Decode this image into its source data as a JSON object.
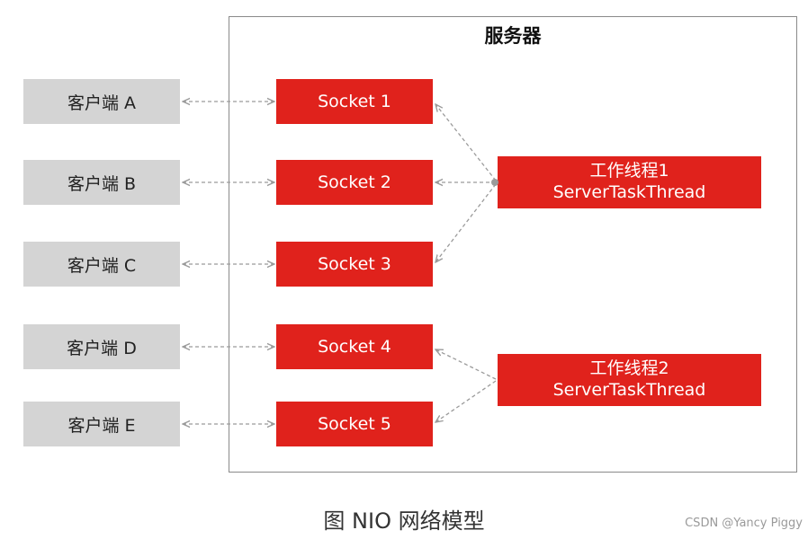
{
  "server": {
    "title": "服务器"
  },
  "clients": [
    {
      "label": "客户端 A"
    },
    {
      "label": "客户端 B"
    },
    {
      "label": "客户端 C"
    },
    {
      "label": "客户端 D"
    },
    {
      "label": "客户端 E"
    }
  ],
  "sockets": [
    {
      "label": "Socket 1"
    },
    {
      "label": "Socket 2"
    },
    {
      "label": "Socket 3"
    },
    {
      "label": "Socket 4"
    },
    {
      "label": "Socket 5"
    }
  ],
  "threads": [
    {
      "name": "工作线程1",
      "class_name": "ServerTaskThread"
    },
    {
      "name": "工作线程2",
      "class_name": "ServerTaskThread"
    }
  ],
  "caption": "图 NIO 网络模型",
  "watermark": "CSDN @Yancy Piggy",
  "colors": {
    "socket": "#e0221c",
    "client": "#d4d4d4",
    "link": "#9a9a9a"
  }
}
